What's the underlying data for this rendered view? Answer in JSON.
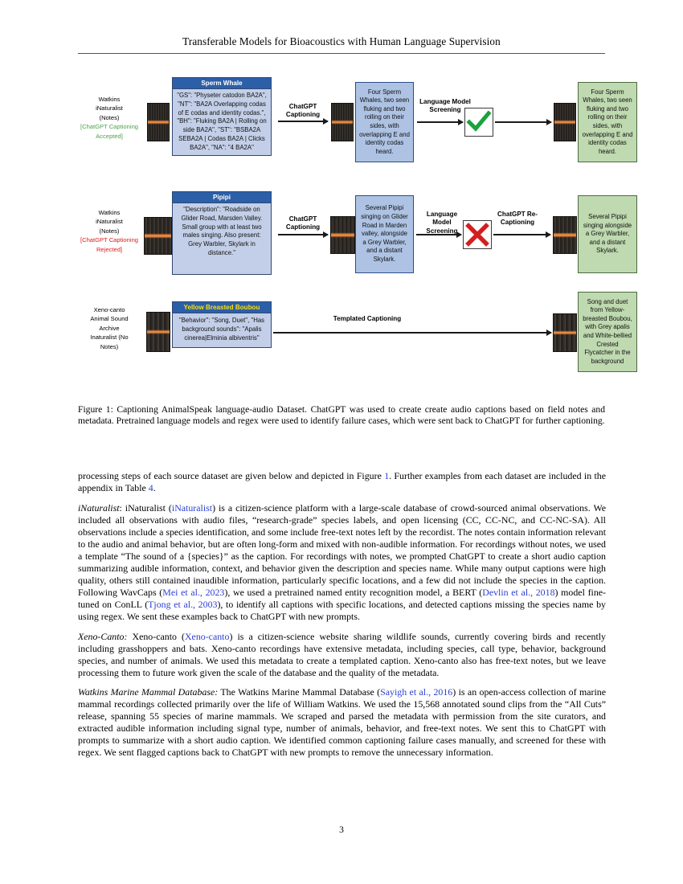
{
  "header": {
    "running_title": "Transferable Models for Bioacoustics with Human Language Supervision"
  },
  "figure": {
    "rows": [
      {
        "id": "sperm-whale",
        "source_label_lines": [
          "Watkins",
          "iNaturalist",
          "(Notes)"
        ],
        "source_status": "[ChatGPT Captioning Accepted]",
        "source_status_color": "#4aa34a",
        "meta_title": "Sperm Whale",
        "meta_body": "\"GS\": \"Physeter catodon BA2A\", \"NT\": \"BA2A Overlapping codas of E codas and identity codas.\", \"BH\": \"Fluking  BA2A | Rolling on side  BA2A\", \"ST\": \"BSBA2A  SEBA2A | Codas  BA2A | Clicks BA2A\", \"NA\": \"4 BA2A\"",
        "arrow1_label": "ChatGPT Captioning",
        "caption_draft": "Four Sperm Whales, two seen fluking and two rolling on their sides, with overlapping E and identity codas heard.",
        "arrow2_label": "Language Model Screening",
        "verdict": "check",
        "verdict_color": "#19a23e",
        "arrow3_label": "",
        "caption_final": "Four Sperm Whales, two seen fluking and two rolling on their sides, with overlapping E and identity codas heard."
      },
      {
        "id": "pipipi",
        "source_label_lines": [
          "Watkins",
          "iNaturalist",
          "(Notes)"
        ],
        "source_status": "[ChatGPT Captioning Rejected]",
        "source_status_color": "#e01b1b",
        "meta_title": "Pipipi",
        "meta_body": "\"Description\": \"Roadside on Glider Road, Marsden Valley. Small group with at least two males singing. Also present: Grey Warbler, Skylark in distance.\"",
        "arrow1_label": "ChatGPT Captioning",
        "caption_draft": "Several Pipipi singing on Glider Road in Marden valley, alongside a Grey Warbler, and a distant Skylark.",
        "arrow2_label": "Language Model Screening",
        "verdict": "cross",
        "verdict_color": "#d41f1f",
        "arrow3_label": "ChatGPT Re-Captioning",
        "caption_final": "Several Pipipi singing alongside a Grey Warbler, and a distant Skylark."
      },
      {
        "id": "yellow-breasted-boubou",
        "source_label_lines": [
          "Xeno-canto",
          "Animal Sound",
          "Archive",
          "Inaturalist (No",
          "Notes)"
        ],
        "source_status": "",
        "source_status_color": "#000000",
        "meta_title": "Yellow Breasted Boubou",
        "meta_body": "\"Behavior\": \"Song, Duet\", \"Has background sounds\": \"Apalis cinerea|Elminia albiventris\"",
        "arrow1_label": "Templated Captioning",
        "caption_draft": "",
        "arrow2_label": "",
        "verdict": "none",
        "verdict_color": "",
        "arrow3_label": "",
        "caption_final": "Song and duet from Yellow-breasted Boubou, with Grey apalis and White-bellied Crested Flycatcher in the background"
      }
    ]
  },
  "caption": {
    "text": "Figure 1: Captioning AnimalSpeak language-audio Dataset. ChatGPT was used to create create audio captions based on field notes and metadata. Pretrained language models and regex were used to identify failure cases, which were sent back to ChatGPT for further captioning."
  },
  "body": {
    "intro": {
      "part1": "processing steps of each source dataset are given below and depicted in Figure ",
      "link1": "1",
      "part2": ". Further examples from each dataset are included in the appendix in Table ",
      "link2": "4",
      "part3": "."
    },
    "inaturalist": {
      "heading": "iNaturalist",
      "part1": ": iNaturalist (",
      "link1": "iNaturalist",
      "part2": ") is a citizen-science platform with a large-scale database of crowd-sourced animal observations. We included all observations with audio files, “research-grade” species labels, and open licensing (CC, CC-NC, and CC-NC-SA). All observations include a species identification, and some include free-text notes left by the recordist. The notes contain information relevant to the audio and animal behavior, but are often long-form and mixed with non-audible information. For recordings without notes, we used a template “The sound of a {species}” as the caption. For recordings with notes, we prompted ChatGPT to create a short audio caption summarizing audible information, context, and behavior given the description and species name. While many output captions were high quality, others still contained inaudible information, particularly specific locations, and a few did not include the species in the caption. Following WavCaps (",
      "link2": "Mei et al., 2023",
      "part3": "), we used a pretrained named entity recognition model, a BERT (",
      "link3": "Devlin et al., 2018",
      "part4": ") model fine-tuned on ConLL (",
      "link4": "Tjong et al., 2003",
      "part5": "), to identify all captions with specific locations, and detected captions missing the species name by using regex. We sent these examples back to ChatGPT with new prompts."
    },
    "xenocanto": {
      "heading": "Xeno-Canto:",
      "part1": " Xeno-canto (",
      "link1": "Xeno-canto",
      "part2": ") is a citizen-science website sharing wildlife sounds, currently covering birds and recently including grasshoppers and bats. Xeno-canto recordings have extensive metadata, including species, call type, behavior, background species, and number of animals. We used this metadata to create a templated caption. Xeno-canto also has free-text notes, but we leave processing them to future work given the scale of the database and the quality of the metadata."
    },
    "watkins": {
      "heading": "Watkins Marine Mammal Database:",
      "part1": " The Watkins Marine Mammal Database (",
      "link1": "Sayigh et al., 2016",
      "part2": ") is an open-access collection of marine mammal recordings collected primarily over the life of William Watkins. We used the 15,568 annotated sound clips from the “All Cuts” release, spanning 55 species of marine mammals. We scraped and parsed the metadata with permission from the site curators, and extracted audible information including signal type, number of animals, behavior, and free-text notes. We sent this to ChatGPT with prompts to summarize with a short audio caption. We identified common captioning failure cases manually, and screened for these with regex. We sent flagged captions back to ChatGPT with new prompts to remove the unnecessary information."
    }
  },
  "footer": {
    "page_number": "3"
  }
}
